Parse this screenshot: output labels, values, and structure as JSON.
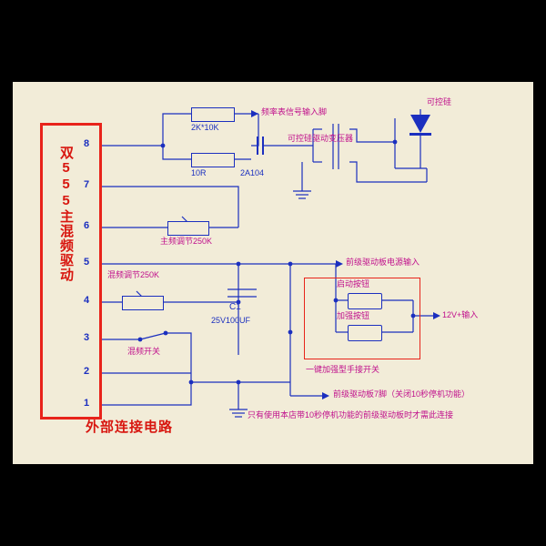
{
  "diagram": {
    "title_vertical": "双555主混频驱动",
    "caption": "外部连接电路",
    "pins": [
      "8",
      "7",
      "6",
      "5",
      "4",
      "3",
      "2",
      "1"
    ],
    "labels": {
      "r_2k_10k": "2K*10K",
      "r_10r": "10R",
      "c_2a104": "2A104",
      "freq_signal_in": "频率表信号输入脚",
      "scr_transformer": "可控硅驱动变压器",
      "scr": "可控硅",
      "main_freq_adj": "主频调节250K",
      "mix_freq_adj": "混频调节250K",
      "pre_drive_power_in": "前级驱动板电源输入",
      "c1": "C1",
      "c1_spec": "25V100UF",
      "mix_switch": "混频开关",
      "start_button": "启动按钮",
      "boost_button": "加强按钮",
      "v12_in": "12V+输入",
      "one_key_boost_switch": "一键加强型手接开关",
      "pre_drive_pin7": "前级驱动板7脚（关闭10秒停机功能）",
      "note": "只有使用本店带10秒停机功能的前级驱动板时才需此连接"
    },
    "colors": {
      "wire": "#1b2fbf",
      "accent_red": "#e8231a",
      "text_red": "#d8160f",
      "magenta": "#c0108c",
      "paper": "#f2ecd8",
      "background": "#000000"
    }
  }
}
